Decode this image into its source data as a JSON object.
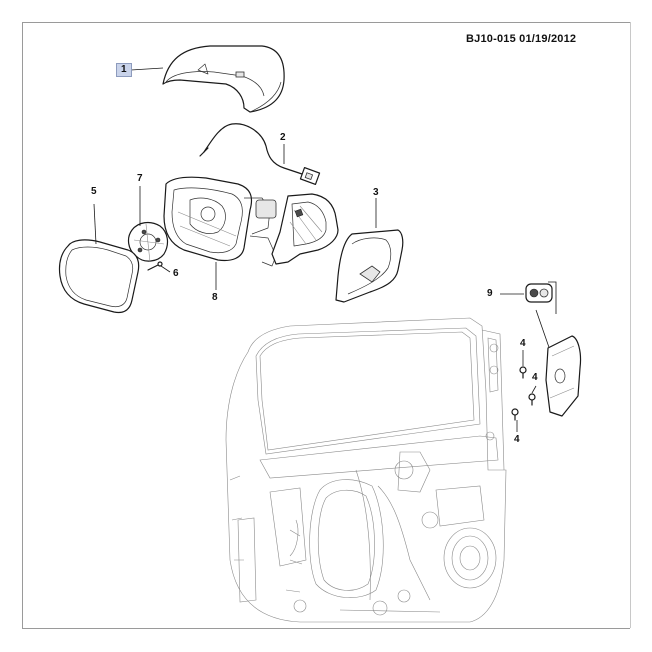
{
  "diagram": {
    "reference_code": "BJ10-015  01/19/2012",
    "callouts": [
      "1",
      "2",
      "3",
      "4",
      "4",
      "4",
      "5",
      "6",
      "7",
      "8",
      "9"
    ],
    "highlighted_callout": "1",
    "highlight_color": "#c9d3ea"
  }
}
